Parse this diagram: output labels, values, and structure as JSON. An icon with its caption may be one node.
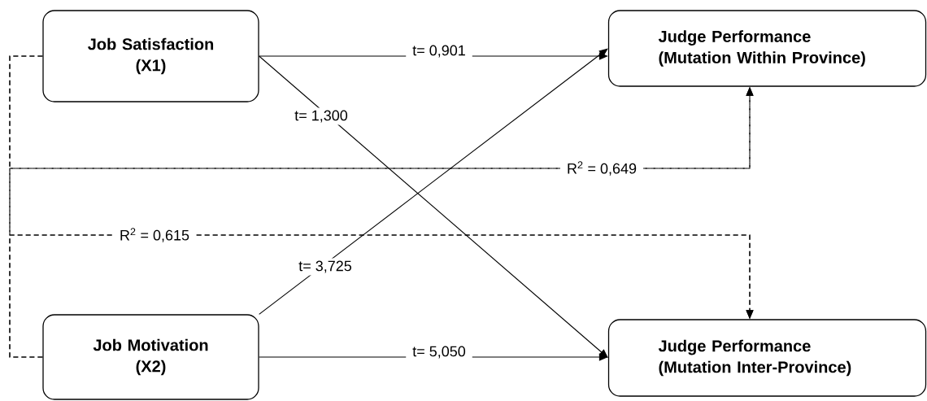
{
  "diagram": {
    "nodes": [
      {
        "text": [
          "Job Satisfaction (X1)"
        ]
      },
      {
        "text": [
          "Judge Performance (Mutation Within Province)"
        ]
      },
      {
        "text": [
          "Job Motivation (X2)"
        ]
      },
      {
        "text": [
          "Judge Performance (Mutation Inter-Province)"
        ]
      }
    ],
    "edges": [
      {
        "from": 0,
        "to": 1,
        "arrow": "to",
        "label": "t= 0,901"
      },
      {
        "from": 0,
        "to": 3,
        "arrow": "to",
        "label": "t= 1,300"
      },
      {
        "from": 2,
        "to": 1,
        "arrow": "to",
        "label": "t= 3,725"
      },
      {
        "from": 2,
        "to": 3,
        "arrow": "to",
        "label": "t= 5,050"
      },
      {
        "from": 0,
        "to": 1,
        "arrow": "to",
        "style": "dashed",
        "label": "R$^{2}$ = 0,649"
      },
      {
        "from": 2,
        "to": 1,
        "arrow": "to",
        "style": "dashed"
      },
      {
        "from": 0,
        "to": 3,
        "arrow": "to",
        "style": "dashed",
        "label": "R$^{2}$ = 0,615"
      },
      {
        "from": 2,
        "to": 3,
        "arrow": "to",
        "style": "dashed"
      }
    ]
  }
}
